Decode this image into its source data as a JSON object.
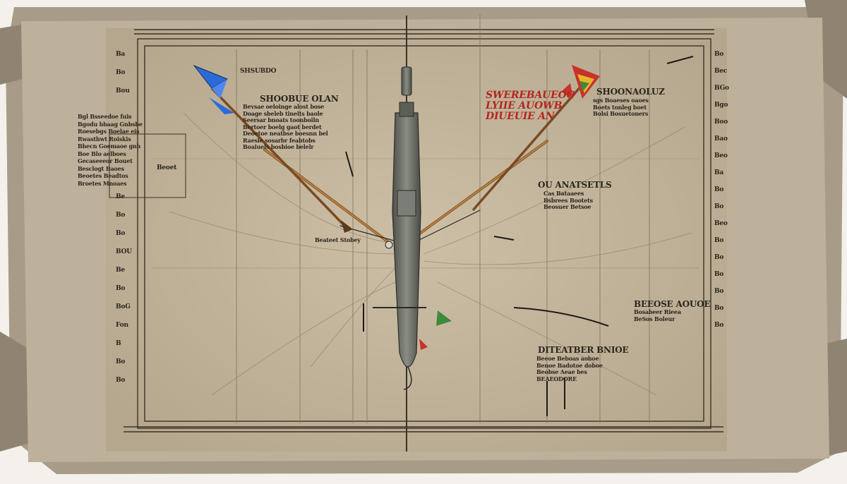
{
  "labels": {
    "top_title": "SHSUBDO",
    "left_arrow_heading": "SHOOBUE OLAN",
    "left_arrow_body": "Bevsae oeloinge alost bose\nDoage sbeleb tinelts baole\nSeersar bnoats toonboiln\nBertoer boelg gaot berdet\nDeoetoe neatbse boesnn bel\nRaesie sosarbr feabtobs\nBoaiuels bosbioe belelr",
    "left_panel": "Bgl Bsseedoe fuis\nBgodu bbaag Gnbsbe\nRoesebgs Boelae eis\nRwasthwt Roiskis\nBhecn Goemaoe gnh\nBoe Blo aelboes\nGecaseeeor Bouet\nBesclogt Baoes\nBeoetes Beadtos\nBroetes Mnoaes",
    "left_panel_tag": "Beoet",
    "red_heading": "SWEREBAUEOO\nLYIIE AUOWB\nDIUEUIE AN",
    "right_top_heading": "SHOONAOLUZ",
    "right_top_body": "sgs Boaeses oaoes\nBoets tonleg boet\nBolsi Bosuetoners",
    "right_mid_heading": "OU ANATSETLS",
    "right_mid_body": "Cas Bataaees\nBsbrees Bootets\nBeosuer Betsoe",
    "center_small": "Beateet Stobey",
    "right_low_heading": "BEEOSE AOUOE",
    "right_low_body": "Bosabeer Rieea\nBeSos Boleur",
    "bottom_heading": "DITEATBER BNIOE",
    "bottom_body": "Beeoe Beboas aoboe\nBenoe Badotoe doboe\nBeobse Aeae bes\nBEAEODORE",
    "left_margin": [
      "Ba",
      "Bo",
      "Bou",
      "Be",
      "Bo",
      "Bo",
      "BOU",
      "Be",
      "Bo",
      "BoG",
      "Fon",
      "B",
      "Bo",
      "Bo"
    ],
    "right_margin": [
      "Bo",
      "Bec",
      "BGo",
      "Bgo",
      "Boo",
      "Bao",
      "Beo",
      "Ba",
      "Bo",
      "Bo",
      "Beo",
      "Bo",
      "Bo",
      "Bo",
      "Bo",
      "Bo",
      "Bo"
    ]
  },
  "colors": {
    "paper": "#c4b69d",
    "stone": "#a89c88",
    "ink": "#2b251d",
    "arrow_blue": "#2b6ad9",
    "arrow_red": "#c8322a",
    "arrow_yellow": "#e7b52c",
    "arrow_green": "#3d8a3a",
    "shaft_brown": "#8a5a2b",
    "metal": "#6b6e66"
  }
}
